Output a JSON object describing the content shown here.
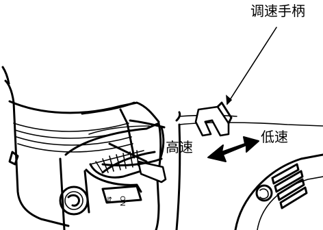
{
  "labels": {
    "handle": "调速手柄",
    "high_speed": "高速",
    "low_speed": "低速"
  },
  "switch_marks": {
    "off_glyph": "⇆",
    "on_text": "ON"
  }
}
